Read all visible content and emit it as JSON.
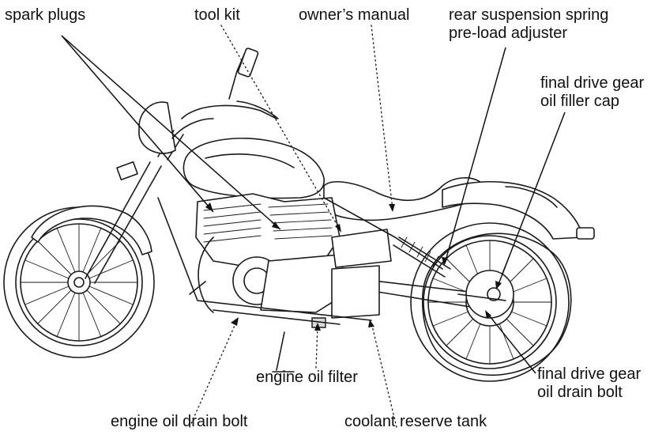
{
  "labels": {
    "spark_plugs": "spark plugs",
    "tool_kit": "tool kit",
    "owners_manual": "owner’s manual",
    "rear_suspension_line1": "rear suspension spring",
    "rear_suspension_line2": "pre-load adjuster",
    "final_drive_filler_line1": "final drive gear",
    "final_drive_filler_line2": "oil filler cap",
    "final_drive_drain_line1": "final drive gear",
    "final_drive_drain_line2": "oil drain bolt",
    "engine_oil_filter": "engine oil filter",
    "engine_oil_drain_bolt": "engine oil drain bolt",
    "coolant_reserve_tank": "coolant reserve tank"
  }
}
